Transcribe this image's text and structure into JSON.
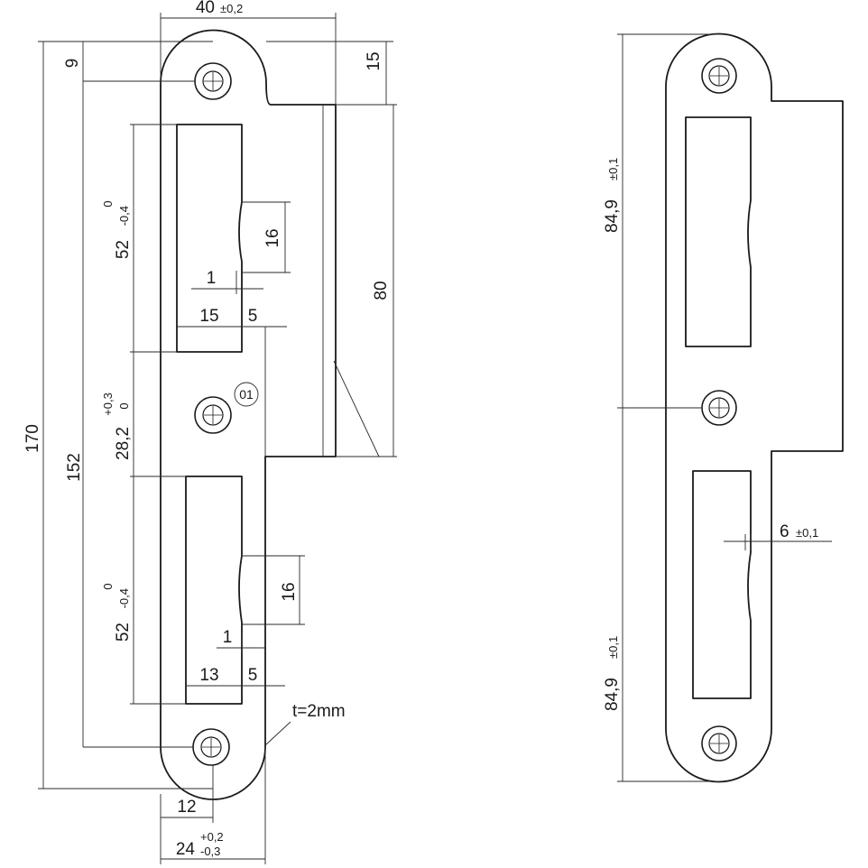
{
  "dimensions": {
    "width_40": {
      "value": "40",
      "tol": "±0,2"
    },
    "dim_15": "15",
    "dim_9": "9",
    "dim_170": "170",
    "dim_152": "152",
    "dim_80": "80",
    "slot_upper_len": {
      "value": "52",
      "tol_upper": "0",
      "tol_lower": "-0,4"
    },
    "slot_lower_len": {
      "value": "52",
      "tol_upper": "0",
      "tol_lower": "-0,4"
    },
    "spacing_28_2": {
      "value": "28,2",
      "tol_upper": "+0,3",
      "tol_lower": "0"
    },
    "notch_upper": "16",
    "notch_lower": "16",
    "offset_upper": "1",
    "offset_lower": "1",
    "slot_width_upper": "15",
    "slot_width_lower": "13",
    "margin_upper": "5",
    "margin_lower": "5",
    "dim_12": "12",
    "width_24": {
      "value": "24",
      "tol_upper": "+0,2",
      "tol_lower": "-0,3"
    },
    "thickness": "t=2mm",
    "part_mark": "01",
    "right_upper": {
      "value": "84,9",
      "tol": "±0,1"
    },
    "right_lower": {
      "value": "84,9",
      "tol": "±0,1"
    },
    "right_6": {
      "value": "6",
      "tol": "±0,1"
    }
  }
}
